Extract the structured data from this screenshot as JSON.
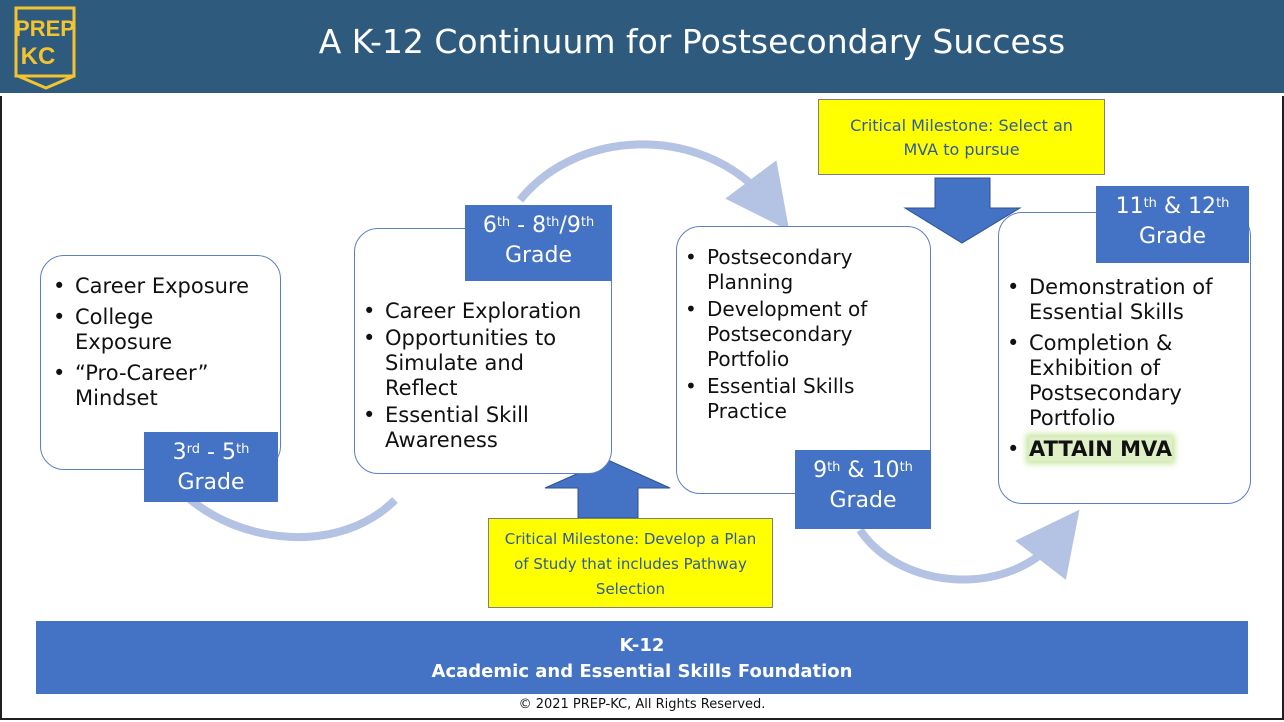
{
  "header": {
    "title": "A K-12 Continuum for Postsecondary Success",
    "logo_text_line1": "PREP",
    "logo_text_line2": "KC",
    "logo_color": "#f4c430",
    "bar_color": "#2e5a7e"
  },
  "stages": [
    {
      "grade_label_parts": [
        "3",
        "rd",
        " - 5",
        "th",
        "Grade"
      ],
      "bullets": [
        "Career Exposure",
        "College Exposure",
        "“Pro-Career” Mindset"
      ]
    },
    {
      "grade_label_parts": [
        "6",
        "th",
        " - 8",
        "th",
        "/9",
        "th",
        "Grade"
      ],
      "bullets": [
        "Career Exploration",
        "Opportunities to Simulate and Reflect",
        "Essential Skill Awareness"
      ]
    },
    {
      "grade_label_parts": [
        "9",
        "th",
        " & 10",
        "th",
        "Grade"
      ],
      "bullets": [
        "Postsecondary Planning",
        "Development of Postsecondary Portfolio",
        "Essential Skills Practice"
      ]
    },
    {
      "grade_label_parts": [
        "11",
        "th",
        " &  12",
        "th",
        "Grade"
      ],
      "bullets": [
        "Demonstration of Essential Skills",
        "Completion & Exhibition of Postsecondary Portfolio",
        "ATTAIN MVA"
      ]
    }
  ],
  "milestones": {
    "top": "Critical Milestone: Select an MVA to pursue",
    "bottom": "Critical Milestone: Develop a Plan of Study that includes Pathway Selection"
  },
  "foundation": {
    "line1": "K-12",
    "line2": "Academic and Essential Skills Foundation"
  },
  "footer": {
    "copyright": "© 2021 PREP-KC, All Rights Reserved."
  },
  "colors": {
    "accent_blue": "#4472c4",
    "arrow_light": "#b4c2e3",
    "milestone_fill": "#ffff00",
    "attain_highlight": "#c8e6a0"
  }
}
